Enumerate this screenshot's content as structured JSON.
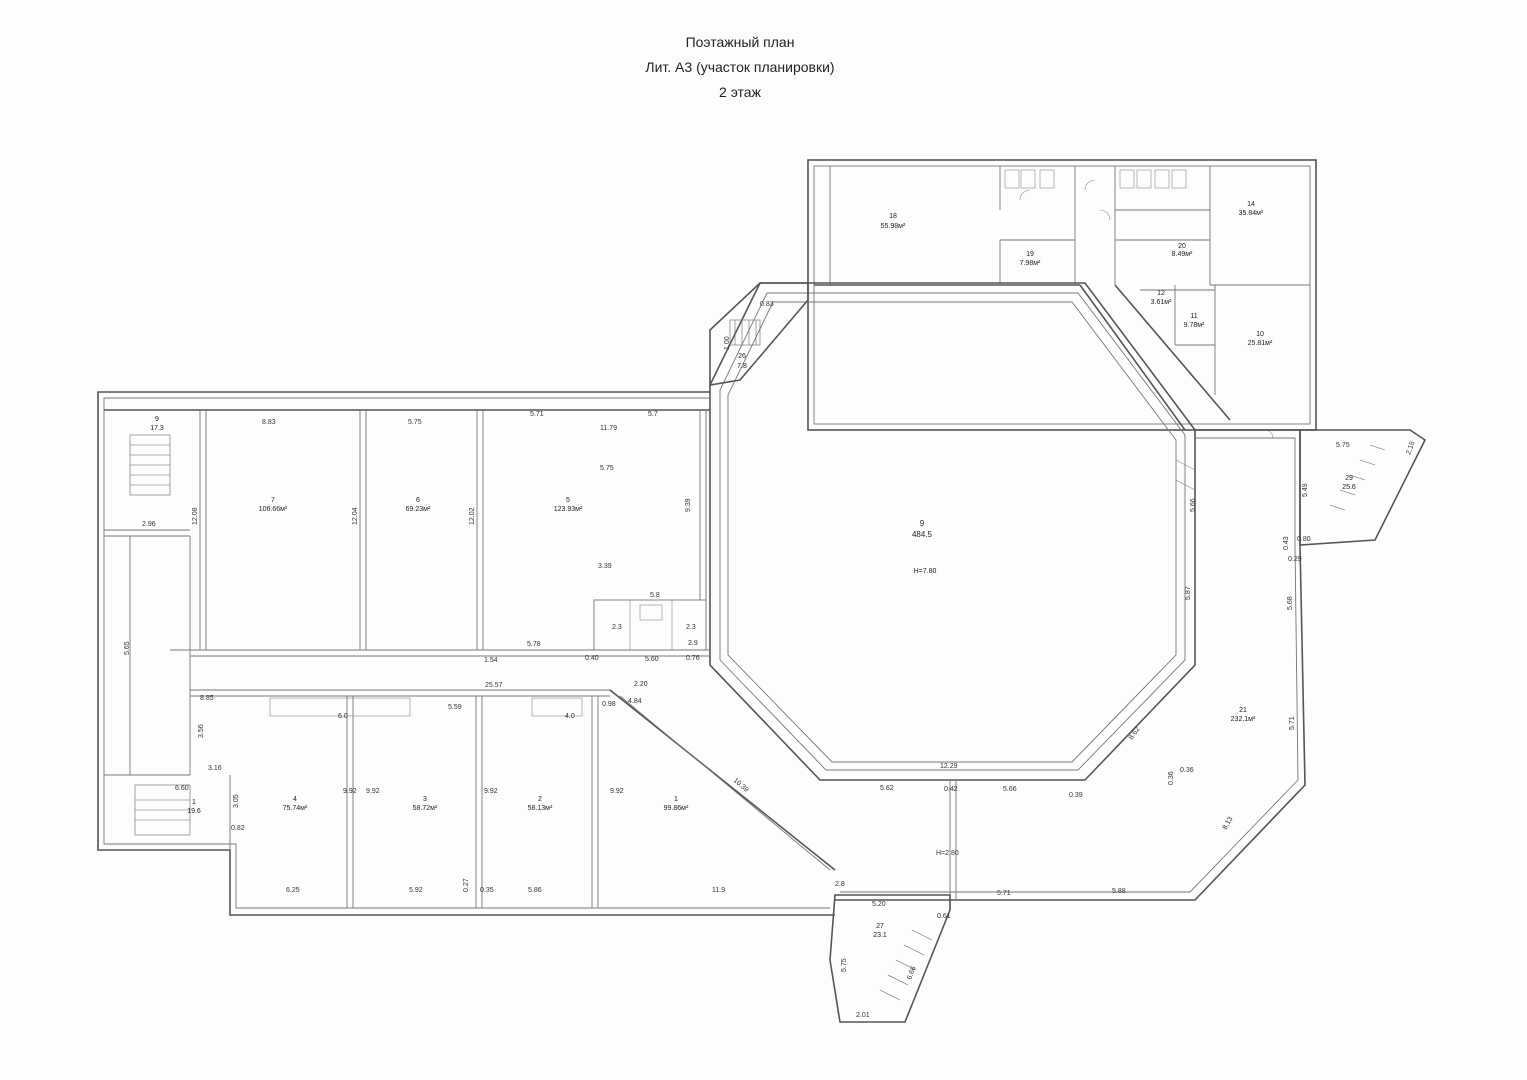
{
  "title": {
    "line1": "Поэтажный план",
    "line2": "Лит. А3 (участок планировки)",
    "line3": "2 этаж"
  },
  "rooms": [
    {
      "id": "r18",
      "num": "18",
      "area": "55.98м²"
    },
    {
      "id": "r14",
      "num": "14",
      "area": "35.84м²"
    },
    {
      "id": "r19",
      "num": "19",
      "area": "7.98м²"
    },
    {
      "id": "r20",
      "num": "20",
      "area": "8.49м²"
    },
    {
      "id": "r12",
      "num": "12",
      "area": "3.61м²"
    },
    {
      "id": "r11",
      "num": "11",
      "area": "9.78м²"
    },
    {
      "id": "r10",
      "num": "10",
      "area": "25.81м²"
    },
    {
      "id": "r26",
      "num": "26",
      "area": "7.8"
    },
    {
      "id": "r9s",
      "num": "9",
      "area": "17.3"
    },
    {
      "id": "r7",
      "num": "7",
      "area": "106.66м²"
    },
    {
      "id": "r6",
      "num": "6",
      "area": "69.23м²"
    },
    {
      "id": "r5",
      "num": "5",
      "area": "123.93м²"
    },
    {
      "id": "r9",
      "num": "9",
      "area": "484.5",
      "extra": "H=7.80"
    },
    {
      "id": "r29",
      "num": "29",
      "area": "25.6"
    },
    {
      "id": "r21",
      "num": "21",
      "area": "232.1м²"
    },
    {
      "id": "r4",
      "num": "4",
      "area": "75.74м²"
    },
    {
      "id": "r3",
      "num": "3",
      "area": "58.72м²"
    },
    {
      "id": "r2",
      "num": "2",
      "area": "58.13м²"
    },
    {
      "id": "r1",
      "num": "1",
      "area": "99.86м²"
    },
    {
      "id": "r1s",
      "num": "1",
      "area": "19.6"
    },
    {
      "id": "r27",
      "num": "27",
      "area": "23.1"
    }
  ],
  "dimensions": {
    "d1": "8.83",
    "d2": "5.75",
    "d3": "5.71",
    "d4": "5.7",
    "d5": "11.79",
    "d6": "12.08",
    "d7": "12.04",
    "d8": "12.02",
    "d9": "9.39",
    "d10": "5.75",
    "d11": "3.39",
    "d12": "5.8",
    "d13": "2.3",
    "d14": "2.3",
    "d15": "5.78",
    "d16": "1.54",
    "d17": "0.40",
    "d18": "5.60",
    "d19": "0.76",
    "d20": "2.96",
    "d21": "5.65",
    "d22": "25.57",
    "d23": "8.85",
    "d24": "2.20",
    "d25": "4.84",
    "d26": "6.0",
    "d27": "5.59",
    "d28": "4.0",
    "d29": "0.98",
    "d30": "3.56",
    "d31": "3.16",
    "d32": "9.92",
    "d33": "9.92",
    "d34": "9.92",
    "d35": "9.92",
    "d36": "10.39",
    "d37": "6.25",
    "d38": "5.92",
    "d39": "0.27",
    "d40": "0.35",
    "d41": "5.86",
    "d42": "11.9",
    "d43": "2.8",
    "d44": "5.20",
    "d45": "0.61",
    "d46": "5.75",
    "d47": "2.01",
    "d48": "6.66",
    "d49": "5.62",
    "d50": "0.42",
    "d51": "5.66",
    "d52": "0.39",
    "d53": "12.29",
    "d54": "8.62",
    "d55": "H=2.80",
    "d56": "5.71",
    "d57": "5.88",
    "d58": "0.36",
    "d59": "0.36",
    "d60": "8.13",
    "d61": "5.71",
    "d62": "5.68",
    "d63": "5.87",
    "d64": "0.43",
    "d65": "0.80",
    "d66": "0.29",
    "d67": "5.75",
    "d68": "2.15",
    "d69": "5.49",
    "d70": "0.83",
    "d71": "3.05",
    "d72": "6.60",
    "d73": "0.82",
    "d74": "5.66",
    "d75": "2.9",
    "d76": "1.00"
  }
}
